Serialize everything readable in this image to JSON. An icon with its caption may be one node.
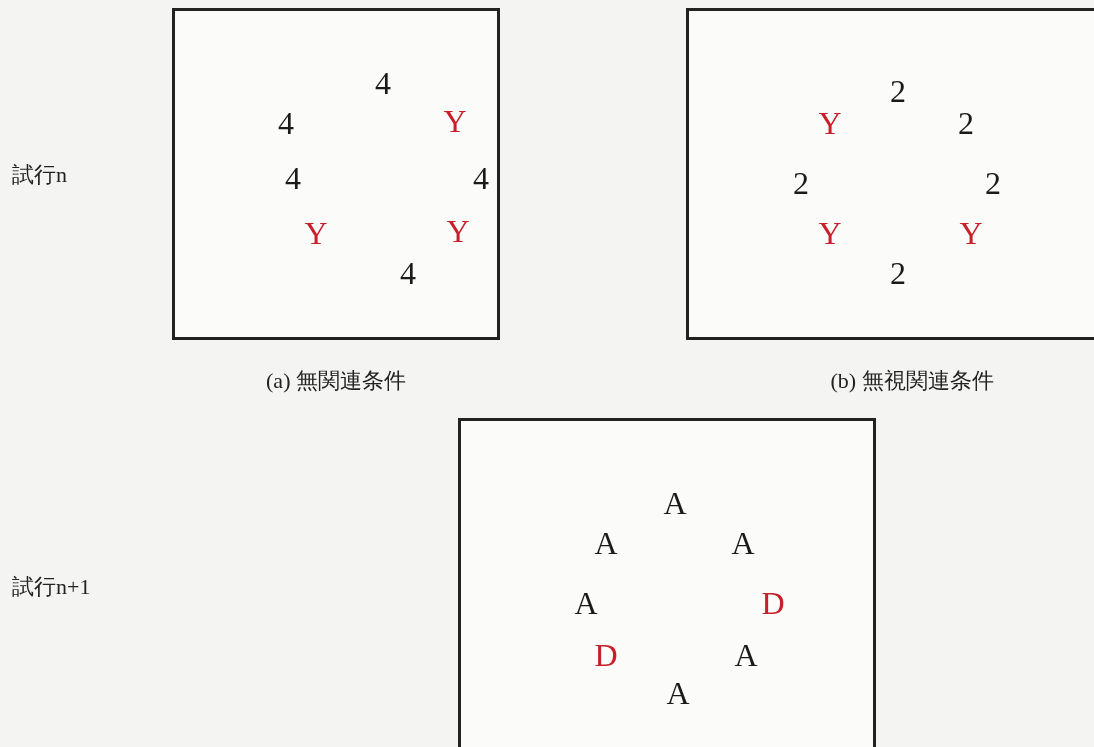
{
  "diagram": {
    "nodes": [
      {
        "text": [
          "4",
          "4",
          "Y",
          "4",
          "4",
          "Y",
          "Y",
          "4"
        ],
        "beside": [
          "(a) 無関連条件"
        ]
      },
      {
        "text": [
          "2",
          "Y",
          "2",
          "2",
          "2",
          "Y",
          "Y",
          "2"
        ],
        "beside": [
          "(b) 無視関連条件"
        ]
      },
      {
        "text": [
          "A",
          "A",
          "A",
          "A",
          "D",
          "D",
          "A",
          "A"
        ]
      }
    ],
    "labels": [
      "試行n",
      "試行n+1"
    ]
  }
}
